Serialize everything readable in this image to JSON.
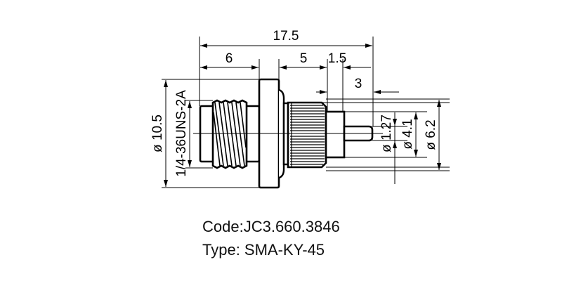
{
  "drawing": {
    "dimensions": {
      "overall_length": "17.5",
      "body_length": "6",
      "nut_length": "5",
      "shank_length": "1.5",
      "pin_length": "3",
      "flange_diameter": "ø 10.5",
      "thread_spec": "1/4-36UNS-2A",
      "pin_diameter": "ø 1.27",
      "shank_diameter": "ø 4.1",
      "nut_diameter": "ø 6.2"
    },
    "colors": {
      "line": "#000000",
      "background": "#ffffff"
    }
  },
  "caption": {
    "code": "Code:JC3.660.3846",
    "type": "Type: SMA-KY-45"
  }
}
